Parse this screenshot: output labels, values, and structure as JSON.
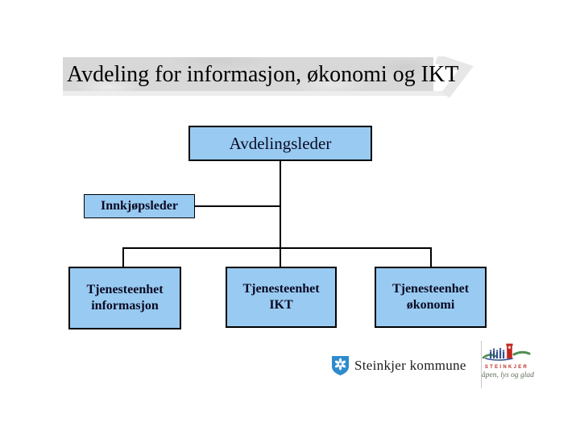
{
  "title": {
    "text": "Avdeling for informasjon, økonomi og IKT"
  },
  "org_chart": {
    "root_label": "Avdelingsleder",
    "staff_label": "Innkjøpsleder",
    "units": [
      {
        "line1": "Tjenesteenhet",
        "line2": "informasjon"
      },
      {
        "line1": "Tjenesteenhet",
        "line2": "IKT"
      },
      {
        "line1": "Tjenesteenhet",
        "line2": "økonomi"
      }
    ]
  },
  "footer": {
    "kommune_text": "Steinkjer kommune",
    "logo_title": "STEINKJER",
    "logo_slogan": "åpen, lys og glad"
  },
  "icons": {
    "shield": "steinkjer-shield-icon",
    "city_logo": "steinkjer-city-logo"
  },
  "colors": {
    "box_fill": "#99cbf2",
    "box_border": "#000000",
    "box_text": "#0a0a23",
    "title_band_gray": "#d8d8d8",
    "shield_blue": "#2e8bcc",
    "logo_red": "#c2271d",
    "logo_blue": "#33508f",
    "logo_green": "#4f8f4f",
    "slogan_green": "#5c6e57"
  }
}
